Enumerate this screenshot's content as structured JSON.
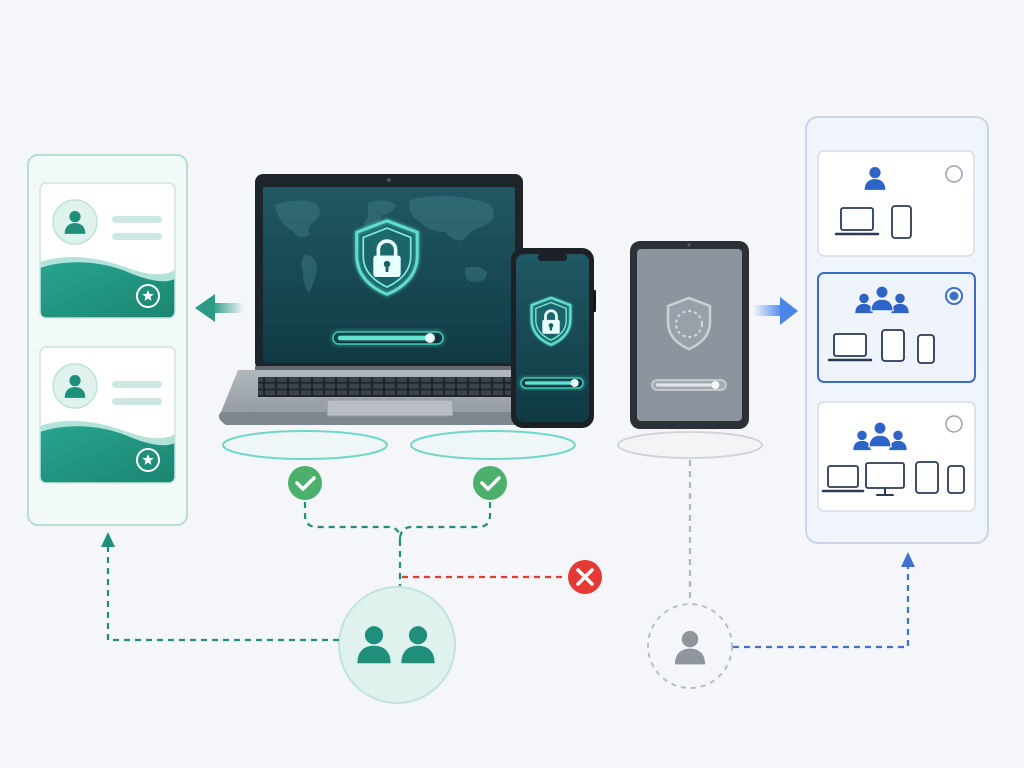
{
  "colors": {
    "background": "#f4f6f9",
    "teal": "#1f8f7c",
    "teal_light": "#dff2ee",
    "approved": "#4caf6b",
    "denied": "#e53935",
    "inactive": "#8e959c",
    "blue": "#2f64c6",
    "navy": "#2b3a57"
  },
  "left_panel": {
    "cards": [
      {
        "avatar_icon": "person-icon",
        "badge_icon": "star-icon"
      },
      {
        "avatar_icon": "person-icon",
        "badge_icon": "star-icon"
      }
    ]
  },
  "devices": {
    "laptop": {
      "screen_icon": "shield-lock-icon",
      "progress": 0.92,
      "status_icon": "check-icon"
    },
    "phone": {
      "screen_icon": "shield-lock-icon",
      "progress": 0.92,
      "status_icon": "check-icon"
    },
    "tablet": {
      "screen_icon": "shield-icon",
      "progress": 0.9
    }
  },
  "users": {
    "group_icon": "users-icon",
    "blocked_icon": "close-icon",
    "single_icon": "person-icon"
  },
  "right_panel": {
    "options": [
      {
        "people": 1,
        "device_icons": [
          "laptop-icon",
          "phone-icon"
        ],
        "selected": false
      },
      {
        "people": 3,
        "device_icons": [
          "laptop-icon",
          "tablet-icon",
          "phone-icon"
        ],
        "selected": true
      },
      {
        "people": 3,
        "device_icons": [
          "laptop-icon",
          "monitor-icon",
          "tablet-icon",
          "phone-icon"
        ],
        "selected": false
      }
    ]
  }
}
